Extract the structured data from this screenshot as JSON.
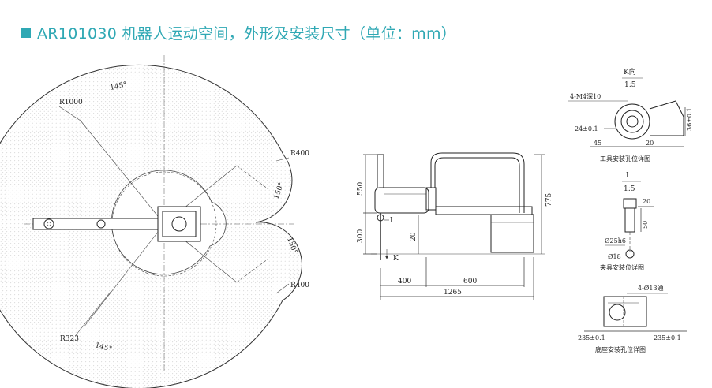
{
  "title": "AR101030 机器人运动空间，外形及安装尺寸（单位：mm）",
  "colors": {
    "accent": "#2fa8b4",
    "line": "#222222",
    "hatch": "#d9d9d9"
  },
  "workspace": {
    "r_outer": "R1000",
    "r_inner": "R323",
    "r_mid_top": "R400",
    "r_mid_bottom": "R400",
    "angle_top": "145°",
    "angle_bottom": "145°",
    "angle_right_top": "150°",
    "angle_right_bottom": "150°"
  },
  "side_view": {
    "height_upper": "550",
    "height_lower": "300",
    "total_height": "775",
    "stroke": "20",
    "arm1": "400",
    "arm2": "600",
    "total_length": "1265",
    "label_i": "I",
    "label_k": "K"
  },
  "k_view": {
    "title": "K向",
    "scale": "1:5",
    "holes": "4-M4深10",
    "dim_24": "24±0.1",
    "dim_36": "36±0.1",
    "dim_45": "45",
    "dim_20": "20",
    "caption": "工具安装孔位详图"
  },
  "i_view": {
    "title": "I",
    "scale": "1:5",
    "dim_20": "20",
    "dim_50": "50",
    "dia_25": "Ø25h6",
    "dia_18": "Ø18",
    "caption": "夹具安装位详图"
  },
  "base_view": {
    "holes": "4-Ø13通",
    "dim_left": "235±0.1",
    "dim_right": "235±0.1",
    "caption": "底座安装孔位详图"
  }
}
